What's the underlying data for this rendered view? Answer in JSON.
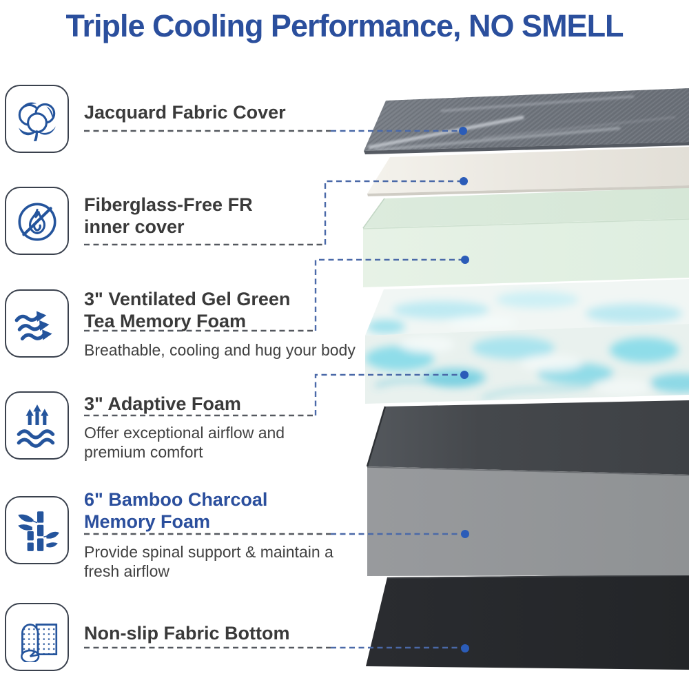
{
  "title": "Triple Cooling Performance, NO SMELL",
  "colors": {
    "accent_blue": "#2b4f9d",
    "icon_blue": "#24549c",
    "heading_text": "#3a3a3a",
    "body_text": "#414141",
    "connector_gray": "#54585f",
    "connector_blue": "#4a69a8",
    "dot_blue": "#2b5cb8",
    "fabric_gray": "#70757d",
    "fr_cover_white": "#eae7e0",
    "green_foam_top": "#d6e7d7",
    "green_foam_front": "#e7f2e6",
    "gel_base": "#e9f1ee",
    "gel_swirl": "#7fd9e9",
    "charcoal_top": "#45484c",
    "charcoal_front": "#8f9294",
    "bottom_black": "#232528"
  },
  "features": [
    {
      "icon": "cotton-icon",
      "heading": "Jacquard Fabric Cover"
    },
    {
      "icon": "no-fire-icon",
      "heading": "Fiberglass-Free FR\ninner cover"
    },
    {
      "icon": "airflow-icon",
      "heading": "3\" Ventilated Gel Green\nTea Memory Foam",
      "subtitle": "Breathable, cooling and hug your body"
    },
    {
      "icon": "breathability-arrows-icon",
      "heading": "3\" Adaptive Foam",
      "subtitle": "Offer exceptional airflow and\npremium comfort"
    },
    {
      "icon": "bamboo-icon",
      "heading": "6\" Bamboo Charcoal\nMemory Foam",
      "subtitle": "Provide spinal support & maintain a\nfresh airflow"
    },
    {
      "icon": "fabric-roll-icon",
      "heading": "Non-slip Fabric Bottom"
    }
  ],
  "layers": [
    "jacquard-fabric-cover",
    "fr-inner-cover",
    "green-tea-memory-foam",
    "adaptive-gel-foam",
    "bamboo-charcoal-memory-foam",
    "non-slip-fabric-bottom"
  ]
}
